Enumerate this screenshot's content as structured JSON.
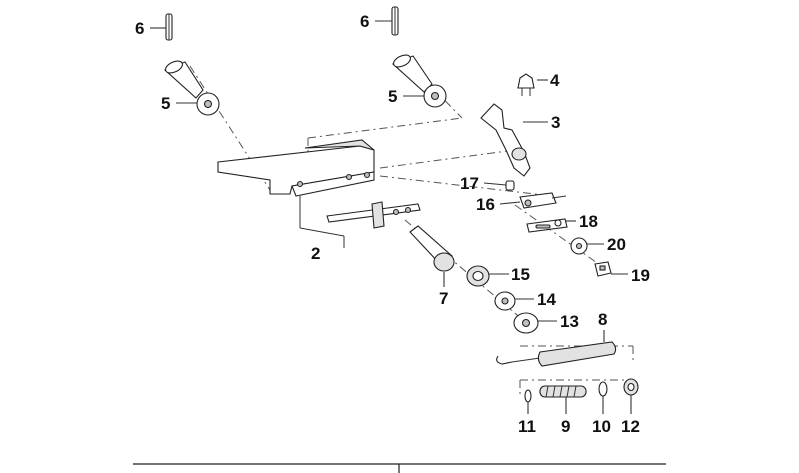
{
  "callouts": {
    "p6a": "6",
    "p6b": "6",
    "p5a": "5",
    "p5b": "5",
    "p4": "4",
    "p3": "3",
    "p2": "2",
    "p7": "7",
    "p17": "17",
    "p16": "16",
    "p18": "18",
    "p20": "20",
    "p19": "19",
    "p15": "15",
    "p14": "14",
    "p13": "13",
    "p8": "8",
    "p11": "11",
    "p9": "9",
    "p10": "10",
    "p12": "12"
  }
}
